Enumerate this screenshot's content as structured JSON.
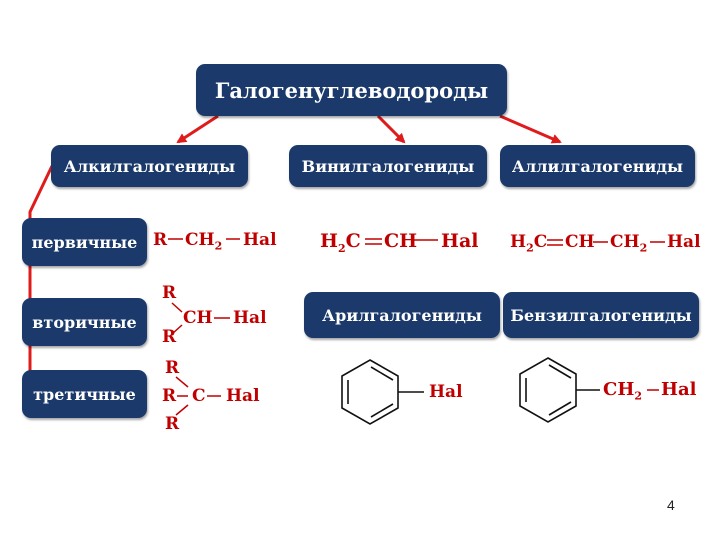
{
  "title": "Галогенуглеводороды",
  "categories": {
    "alkyl": "Алкилгалогениды",
    "vinyl": "Винилгалогениды",
    "allyl": "Аллилгалогениды",
    "aryl": "Арилгалогениды",
    "benzyl": "Бензилгалогениды"
  },
  "alkyl_subtypes": {
    "primary": "первичные",
    "secondary": "вторичные",
    "tertiary": "третичные"
  },
  "formulas": {
    "primary": {
      "r": "R",
      "ch": "CH",
      "sub": "2",
      "hal": "Hal"
    },
    "secondary": {
      "r1": "R",
      "r2": "R",
      "ch": "CH",
      "hal": "Hal"
    },
    "tertiary": {
      "r1": "R",
      "r2": "R",
      "r3": "R",
      "c": "C",
      "hal": "Hal"
    },
    "vinyl": {
      "h": "H",
      "sub": "2",
      "c": "C",
      "ch": "CH",
      "hal": "Hal"
    },
    "allyl": {
      "h": "H",
      "sub1": "2",
      "c": "C",
      "ch1": "CH",
      "ch2": "CH",
      "sub2": "2",
      "hal": "Hal"
    },
    "aryl": {
      "hal": "Hal"
    },
    "benzyl": {
      "ch": "CH",
      "sub": "2",
      "hal": "Hal"
    }
  },
  "page_number": "4",
  "colors": {
    "box": "#1b3a6b",
    "arrow": "#e01b1b",
    "formula": "#c00000"
  }
}
